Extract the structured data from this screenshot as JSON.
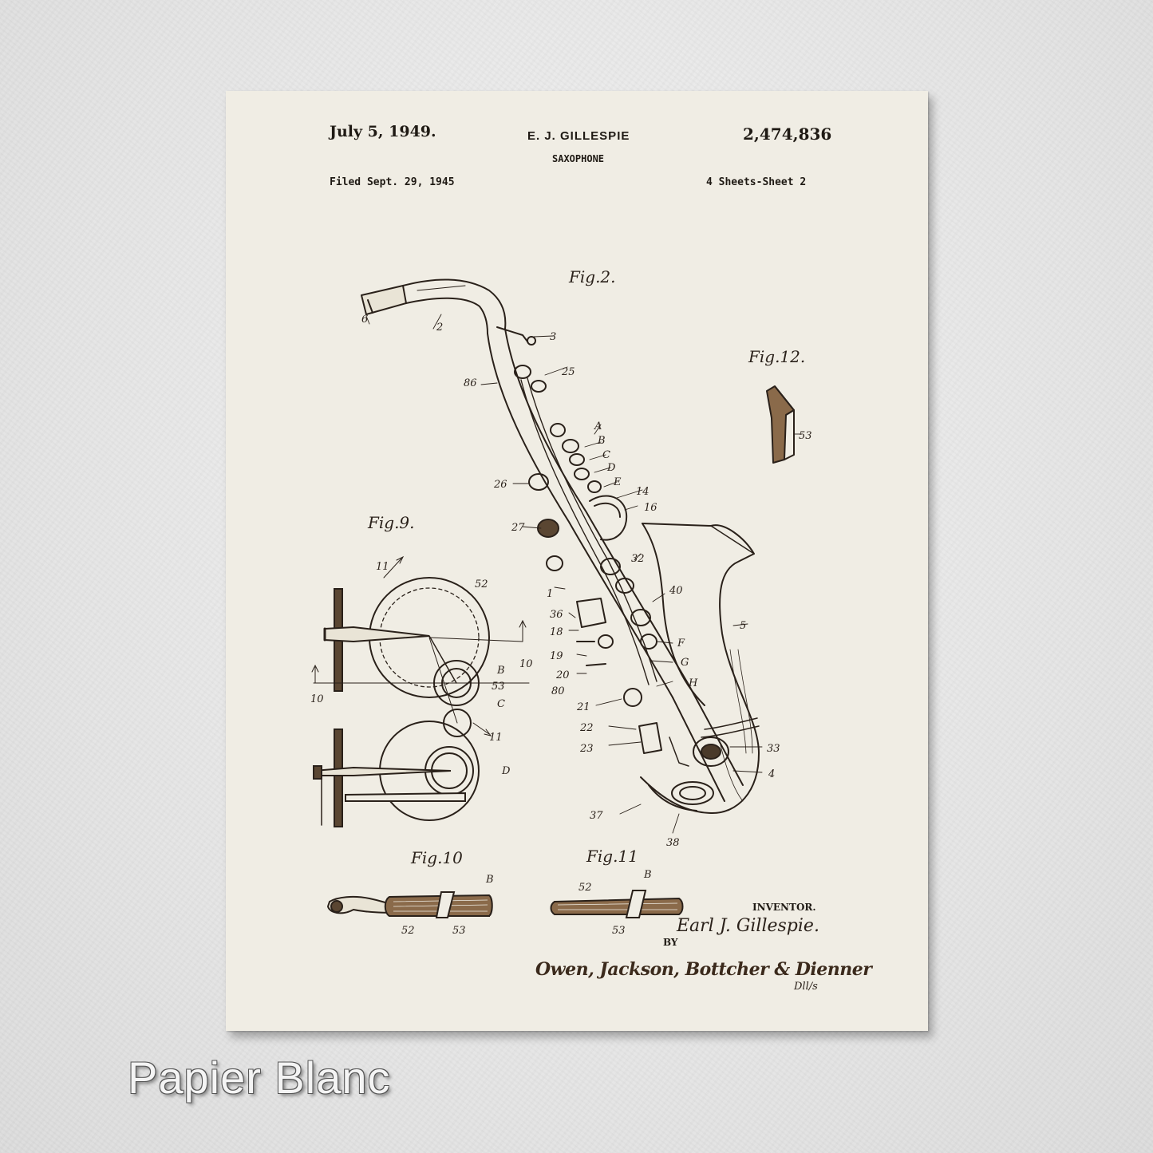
{
  "patent": {
    "date": "July 5, 1949.",
    "inventor_header": "E. J. GILLESPIE",
    "patent_number": "2,474,836",
    "title": "SAXOPHONE",
    "filed": "Filed Sept. 29, 1945",
    "sheets": "4 Sheets-Sheet 2"
  },
  "figures": {
    "fig2": "Fig.2.",
    "fig12": "Fig.12.",
    "fig9": "Fig.9.",
    "fig10": "Fig.10",
    "fig11": "Fig.11"
  },
  "reference_labels": {
    "l6": "6",
    "l2": "2",
    "l3": "3",
    "l25": "25",
    "l86": "86",
    "lA": "A",
    "lB": "B",
    "lC": "C",
    "lD": "D",
    "lE": "E",
    "l26": "26",
    "l14": "14",
    "l16": "16",
    "l27": "27",
    "l32": "32",
    "l1": "1",
    "l40": "40",
    "l36": "36",
    "l18": "18",
    "l5": "5",
    "lF": "F",
    "l19": "19",
    "lG": "G",
    "l20": "20",
    "l80": "80",
    "lH": "H",
    "l21": "21",
    "l22": "22",
    "l23": "23",
    "l33": "33",
    "l4": "4",
    "l37": "37",
    "l38": "38",
    "l53a": "53",
    "f9_11a": "11",
    "f9_52": "52",
    "f9_10a": "10",
    "f9_B": "B",
    "f9_53": "53",
    "f9_10b": "10",
    "f9_C": "C",
    "f9_11b": "11",
    "f9_D": "D",
    "f10_B": "B",
    "f10_52": "52",
    "f10_53": "53",
    "f11_52": "52",
    "f11_B": "B",
    "f11_53": "53"
  },
  "signature": {
    "inventor_label": "INVENTOR.",
    "inventor_name": "Earl J. Gillespie.",
    "by": "BY",
    "attorney": "Owen, Jackson, Bottcher & Dienner",
    "initials": "Dll/s"
  },
  "caption": "Papier Blanc"
}
